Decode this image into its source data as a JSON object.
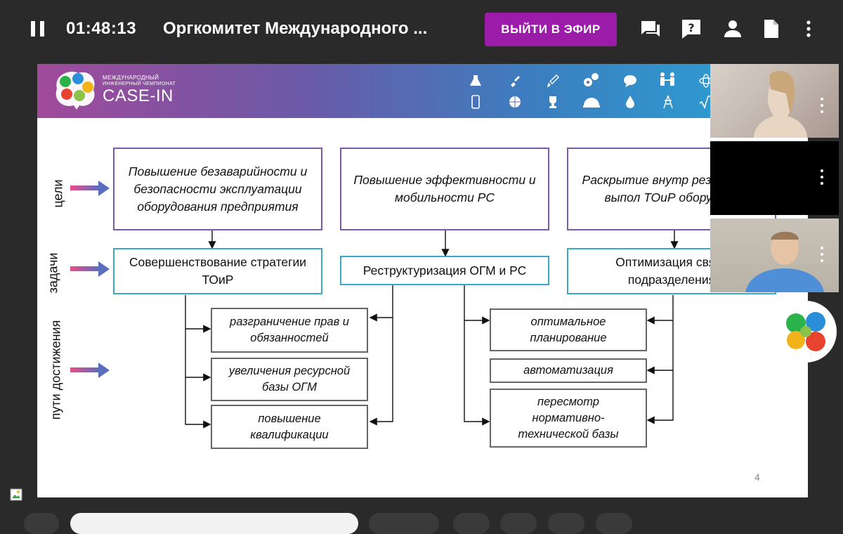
{
  "topbar": {
    "time": "01:48:13",
    "title": "Оргкомитет Международного ...",
    "live_button": "ВЫЙТИ В ЭФИР",
    "tools": [
      "chat-icon",
      "question-icon",
      "person-icon",
      "document-icon",
      "more-vertical-icon"
    ]
  },
  "slide": {
    "logo": {
      "line1": "МЕЖДУНАРОДНЫЙ",
      "line2": "ИНЖЕНЕРНЫЙ ЧЕМПИОНАТ",
      "line3": "CASE-IN"
    },
    "banner_icons": [
      "flask-icon",
      "plug-icon",
      "rocket-icon",
      "gears-icon",
      "speech-icon",
      "people-icon",
      "atom-icon",
      "phone-icon",
      "globe-icon",
      "trophy-icon",
      "helmet-icon",
      "drop-icon",
      "tower-icon",
      "sqrt-icon"
    ],
    "side_labels": {
      "goals": "цели",
      "tasks": "задачи",
      "paths": "пути достижения"
    },
    "goals": [
      "Повышение безаварийности и безопасности эксплуатации оборудования предприятия",
      "Повышение эффективности и мобильности РС",
      "Раскрытие внутр резервов по выпол ТОиР оборудова"
    ],
    "tasks": [
      "Совершенствование стратегии ТОиР",
      "Реструктуризация ОГМ и РС",
      "Оптимизация связе подразделения"
    ],
    "paths_left": [
      "разграничение прав и обязанностей",
      "увеличения ресурсной базы ОГМ",
      "повышение квалификации"
    ],
    "paths_right": [
      "оптимальное планирование",
      "автоматизация",
      "пересмотр нормативно-технической базы"
    ],
    "page_number": "4"
  },
  "colors": {
    "live_button": "#9b1ca8",
    "goal_border": "#7b5aa6",
    "task_border": "#3aa7c4"
  }
}
